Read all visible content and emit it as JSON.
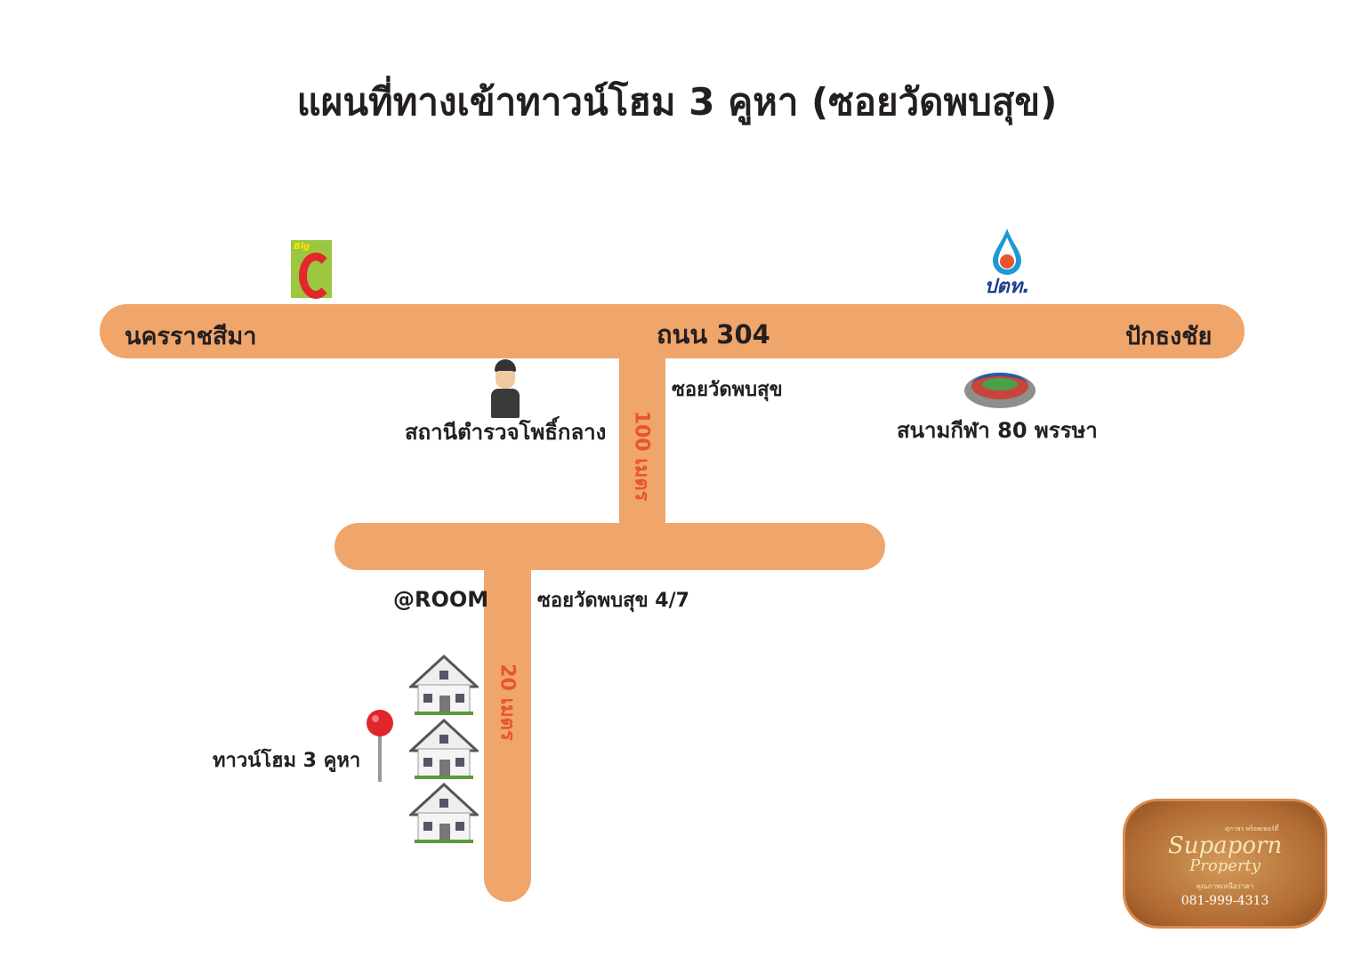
{
  "title": "แผนที่ทางเข้าทาวน์โฮม 3 คูหา (ซอยวัดพบสุข)",
  "roads": {
    "main_west": "นครราชสีมา",
    "main_name": "ถนน 304",
    "main_east": "ปักธงชัย",
    "soi_main": "ซอยวัดพบสุข",
    "soi_main_distance": "100 เมตร",
    "soi_branch": "ซอยวัดพบสุข 4/7",
    "soi_branch_distance": "20 เมตร"
  },
  "landmarks": {
    "bigc_logo": "Big C",
    "ptt_logo": "ปตท.",
    "police": "สถานีตำรวจโพธิ์กลาง",
    "stadium": "สนามกีฬา 80 พรรษา",
    "room": "@ROOM",
    "townhome": "ทาวน์โฮม 3 คูหา"
  },
  "brand": {
    "tagline_top": "ศุภาพร พร็อพเพอร์ตี้",
    "name_line1": "Supaporn",
    "name_line2": "Property",
    "tagline_bottom": "คุณภาพเหนือราคา",
    "phone": "081-999-4313"
  },
  "colors": {
    "road": "#f0a56b",
    "distance_text": "#e8552b",
    "brand_bg": "#b9733a"
  }
}
